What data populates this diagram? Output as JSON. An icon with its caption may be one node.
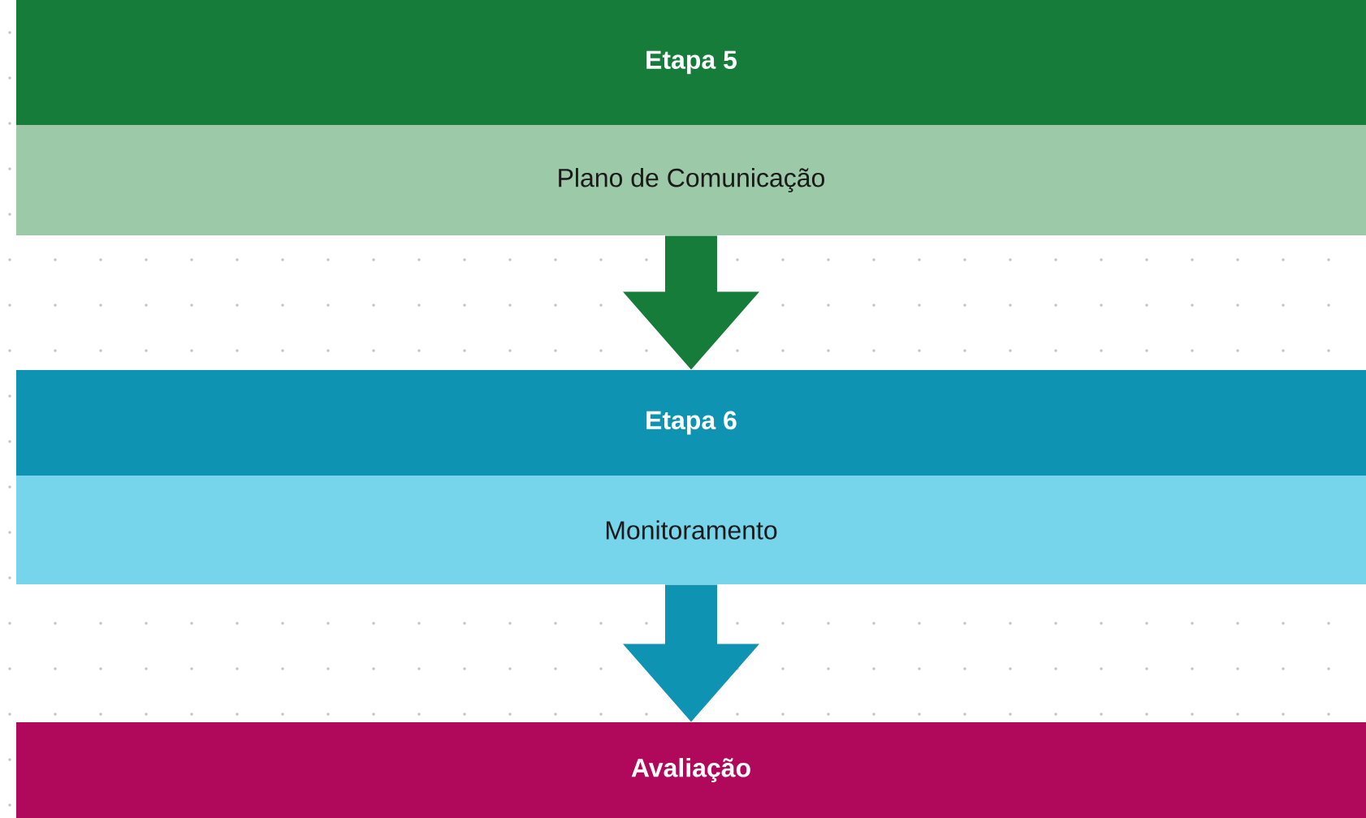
{
  "diagram": {
    "nodes": [
      {
        "text": [
          "Etapa 5"
        ]
      },
      {
        "text": [
          "Plano de Comunicação"
        ]
      },
      {
        "text": [
          "Etapa 6"
        ]
      },
      {
        "text": [
          "Monitoramento"
        ]
      },
      {
        "text": [
          "Avaliação"
        ]
      }
    ],
    "edges": [
      {
        "from": 1,
        "to": 2,
        "arrow": "to",
        "color": "#167c3a"
      },
      {
        "from": 3,
        "to": 4,
        "arrow": "to",
        "color": "#0e93b3"
      }
    ]
  }
}
